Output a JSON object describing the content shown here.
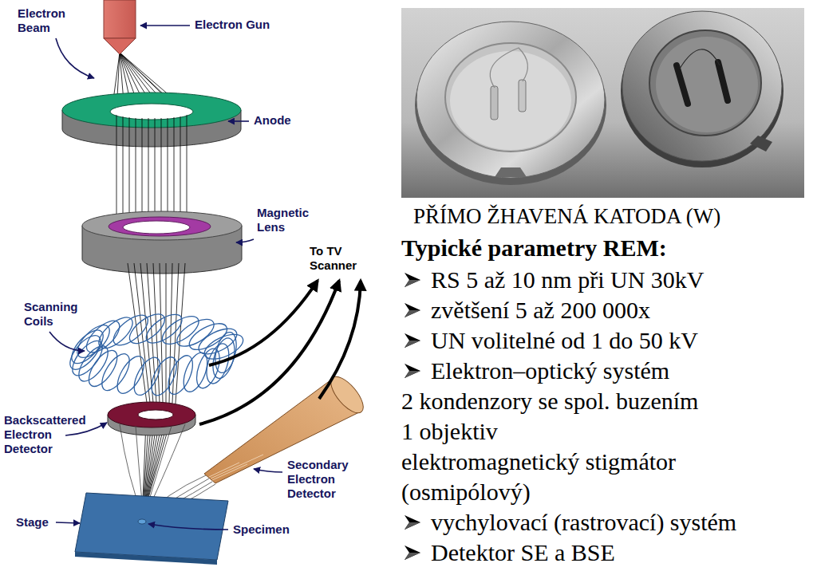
{
  "diagram": {
    "labels": [
      "Electron Beam",
      "Electron Gun",
      "Anode",
      "Magnetic Lens",
      "To TV Scanner",
      "Scanning Coils",
      "Backscattered Electron Detector",
      "Secondary Electron Detector",
      "Stage",
      "Specimen",
      "PŘÍMO ŽHAVENÁ KATODA (W)",
      "Typické parametry REM:",
      "RS 5 až 10 nm při UN 30kV",
      "zvětšení 5 až 200 000x",
      "UN volitelné od 1 do 50 kV",
      "Elektron–optický systém",
      "2 kondenzory se spol. buzením",
      "1 objektiv",
      "elektromagnetický stigmátor (osmipólový)",
      "vychylovací (rastrovací) systém",
      "Detektor SE a BSE"
    ]
  }
}
